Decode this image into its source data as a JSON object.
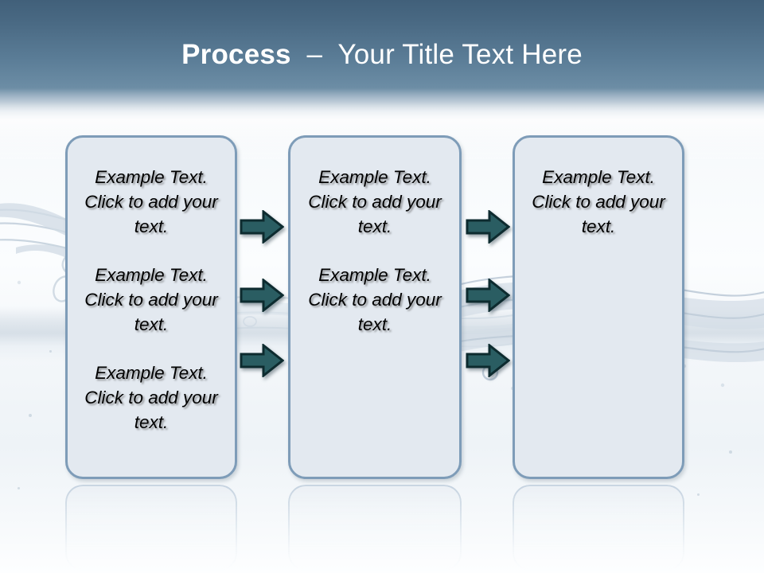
{
  "slide": {
    "title_strong": "Process",
    "title_rest": "  –  Your Title Text Here",
    "title_color": "#ffffff",
    "header_top_color": "#41607a",
    "header_bottom_color": "#93aabf",
    "box_fill_color": "#e3e9f0",
    "box_border_color": "#7e9cb8",
    "arrow_fill_color": "#2a5d62",
    "arrow_outline_color": "#0d2b2f",
    "body_text_color": "#000000"
  },
  "boxes": [
    {
      "id": "box-1",
      "blocks": [
        "Example Text. Click  to add your text.",
        "Example Text. Click  to add your text.",
        "Example Text. Click  to add your text."
      ]
    },
    {
      "id": "box-2",
      "blocks": [
        "Example Text. Click  to add your text.",
        "Example Text. Click  to add your text."
      ]
    },
    {
      "id": "box-3",
      "blocks": [
        "Example Text. Click  to add your text."
      ]
    }
  ],
  "arrows": {
    "group_1_label": "arrow-group-1",
    "group_2_label": "arrow-group-2",
    "count_per_group": 3,
    "direction": "right"
  }
}
